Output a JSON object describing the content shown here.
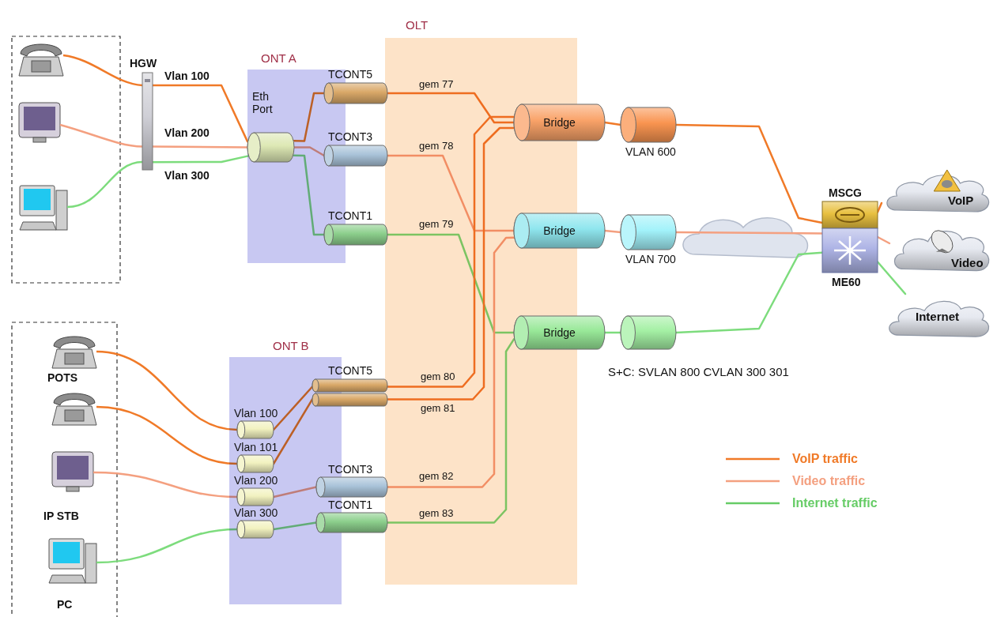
{
  "diagram": {
    "nodes": [
      {
        "text": [
          "OLT"
        ]
      },
      {
        "text": [
          "ONT A"
        ]
      },
      {
        "text": [
          "Eth Port"
        ],
        "in": 1
      },
      {
        "text": [
          "TCONT5"
        ],
        "in": 1
      },
      {
        "text": [
          "TCONT3"
        ],
        "in": 1
      },
      {
        "text": [
          "TCONT1"
        ],
        "in": 1
      },
      {
        "text": [
          "HGW"
        ]
      },
      {
        "text": [
          "Bridge"
        ],
        "in": 0
      },
      {
        "text": [
          "Bridge"
        ],
        "in": 0
      },
      {
        "text": [
          "Bridge"
        ],
        "in": 0
      },
      {
        "text": [
          "VLAN 600"
        ]
      },
      {
        "text": [
          "VLAN 700"
        ]
      },
      {
        "text": [
          "S+C: SVLAN 800 CVLAN 300 301"
        ]
      },
      {
        "text": [
          "MSCG",
          "ME60"
        ]
      },
      {
        "text": [
          "VoIP"
        ]
      },
      {
        "text": [
          "Video"
        ]
      },
      {
        "text": [
          "Internet"
        ]
      },
      {
        "text": [
          "ONT B"
        ]
      },
      {
        "text": [
          "Vlan 100"
        ],
        "in": 17
      },
      {
        "text": [
          "Vlan 101"
        ],
        "in": 17
      },
      {
        "text": [
          "Vlan 200"
        ],
        "in": 17
      },
      {
        "text": [
          "Vlan 300"
        ],
        "in": 17
      },
      {
        "text": [
          "TCONT5"
        ],
        "in": 17
      },
      {
        "text": [
          "TCONT3"
        ],
        "in": 17
      },
      {
        "text": [
          "TCONT1"
        ],
        "in": 17
      }
    ],
    "edges": [
      {
        "from": 6,
        "to": 2,
        "arrow": "none"
      },
      {
        "from": 6,
        "to": 2,
        "arrow": "none"
      },
      {
        "from": 6,
        "to": 2,
        "arrow": "none"
      },
      {
        "from": 2,
        "to": 3,
        "arrow": "none"
      },
      {
        "from": 2,
        "to": 4,
        "arrow": "none"
      },
      {
        "from": 2,
        "to": 5,
        "arrow": "none"
      },
      {
        "from": 3,
        "to": 7,
        "label": "gem 77",
        "arrow": "none"
      },
      {
        "from": 4,
        "to": 8,
        "label": "gem 78",
        "arrow": "none"
      },
      {
        "from": 5,
        "to": 9,
        "label": "gem 79",
        "arrow": "none"
      },
      {
        "from": 7,
        "to": 10,
        "arrow": "none"
      },
      {
        "from": 8,
        "to": 11,
        "arrow": "none"
      },
      {
        "from": 9,
        "to": 12,
        "arrow": "none"
      },
      {
        "from": 10,
        "to": 13,
        "arrow": "none"
      },
      {
        "from": 11,
        "to": 13,
        "arrow": "none"
      },
      {
        "from": 12,
        "to": 13,
        "arrow": "none"
      },
      {
        "from": 13,
        "to": 14,
        "arrow": "none"
      },
      {
        "from": 13,
        "to": 15,
        "arrow": "none"
      },
      {
        "from": 13,
        "to": 16,
        "arrow": "none"
      },
      {
        "from": 18,
        "to": 22,
        "arrow": "none"
      },
      {
        "from": 19,
        "to": 22,
        "arrow": "none"
      },
      {
        "from": 20,
        "to": 23,
        "arrow": "none"
      },
      {
        "from": 21,
        "to": 24,
        "arrow": "none"
      },
      {
        "from": 22,
        "to": 7,
        "label": "gem 80",
        "arrow": "none"
      },
      {
        "from": 22,
        "to": 7,
        "label": "gem 81",
        "arrow": "none"
      },
      {
        "from": 23,
        "to": 8,
        "label": "gem 82",
        "arrow": "none"
      },
      {
        "from": 24,
        "to": 9,
        "label": "gem 83",
        "arrow": "none"
      }
    ],
    "labels": [
      "Vlan 100",
      "Vlan 200",
      "Vlan 300",
      "POTS",
      "IP STB",
      "PC"
    ],
    "legend": [
      {
        "text": "VoIP traffic"
      },
      {
        "text": "Video traffic"
      },
      {
        "text": "Internet traffic"
      }
    ]
  }
}
